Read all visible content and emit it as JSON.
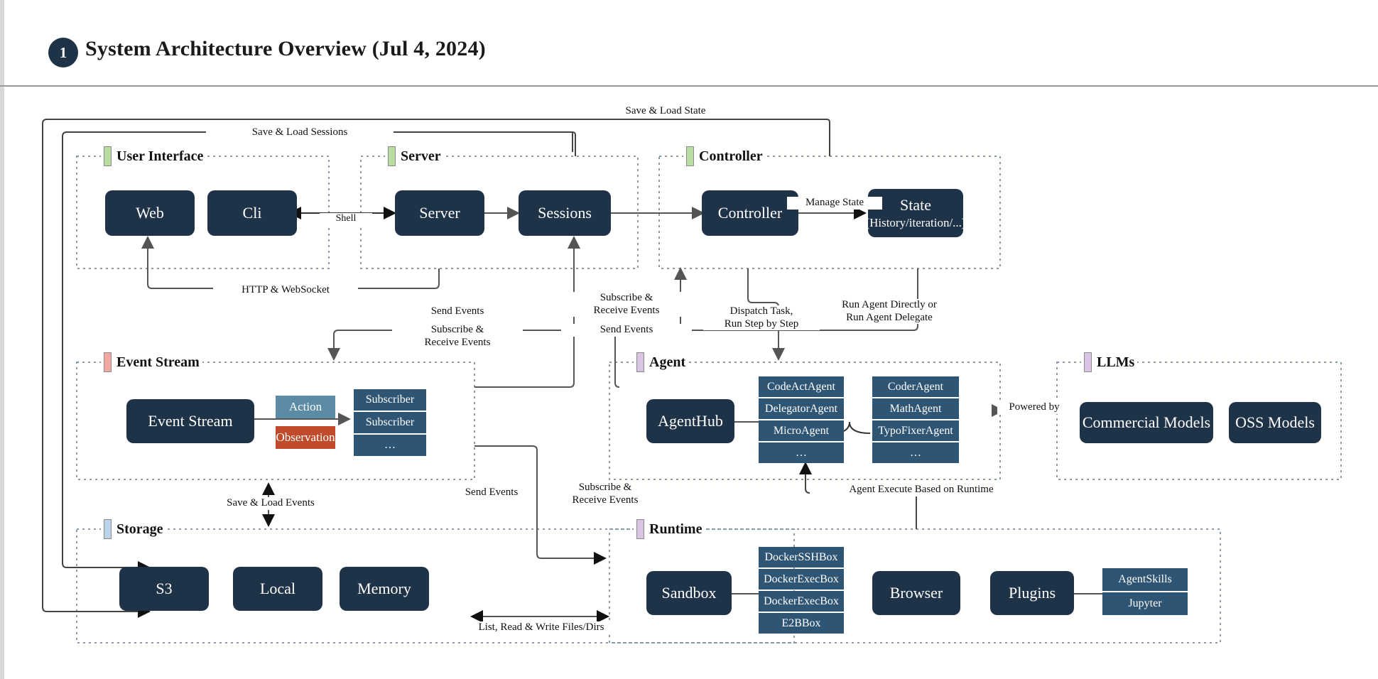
{
  "header": {
    "badge": "1",
    "title": "System Architecture Overview (Jul 4, 2024)"
  },
  "groups": [
    {
      "key": "user_interface",
      "label": "User Interface",
      "accent": "#b9dca0"
    },
    {
      "key": "server",
      "label": "Server",
      "accent": "#b9dca0"
    },
    {
      "key": "controller",
      "label": "Controller",
      "accent": "#b9dca0"
    },
    {
      "key": "event_stream",
      "label": "Event Stream",
      "accent": "#f0a8a0"
    },
    {
      "key": "agent",
      "label": "Agent",
      "accent": "#d9c4e4"
    },
    {
      "key": "llms",
      "label": "LLMs",
      "accent": "#d9c4e4"
    },
    {
      "key": "storage",
      "label": "Storage",
      "accent": "#bcd4ea"
    },
    {
      "key": "runtime",
      "label": "Runtime",
      "accent": "#d9c4e4"
    }
  ],
  "nodes": {
    "web": "Web",
    "cli": "Cli",
    "server": "Server",
    "sessions": "Sessions",
    "controller": "Controller",
    "state_title": "State",
    "state_sub": "(History/iteration/...)",
    "event_stream": "Event Stream",
    "agent_hub": "AgentHub",
    "commercial_models": "Commercial Models",
    "oss_models": "OSS Models",
    "s3": "S3",
    "local": "Local",
    "memory": "Memory",
    "sandbox": "Sandbox",
    "browser": "Browser",
    "plugins": "Plugins"
  },
  "chips": {
    "action": {
      "label": "Action",
      "color": "#5b8ba5"
    },
    "observation": {
      "label": "Observation",
      "color": "#bf4b2b"
    }
  },
  "stacks": {
    "subscribers": [
      "Subscriber",
      "Subscriber",
      "…"
    ],
    "agents_left": [
      "CodeActAgent",
      "DelegatorAgent",
      "MicroAgent",
      "…"
    ],
    "agents_right": [
      "CoderAgent",
      "MathAgent",
      "TypoFixerAgent",
      "…"
    ],
    "sandboxes": [
      "DockerSSHBox",
      "DockerExecBox",
      "DockerExecBox",
      "E2BBox"
    ],
    "plugin_items": [
      "AgentSkills",
      "Jupyter"
    ]
  },
  "edge_labels": {
    "save_load_state": "Save & Load State",
    "save_load_sessions": "Save & Load Sessions",
    "shell": "Shell",
    "manage_state": "Manage State",
    "http_websocket": "HTTP & WebSocket",
    "send_events_1": "Send Events",
    "subscribe_receive_1": "Subscribe &\nReceive Events",
    "subscribe_receive_2": "Subscribe &\nReceive Events",
    "send_events_2": "Send Events",
    "dispatch_task": "Dispatch Task,\nRun Step by Step",
    "run_agent": "Run Agent Directly or\nRun Agent Delegate",
    "powered_by": "Powered by",
    "save_load_events": "Save & Load Events",
    "send_events_3": "Send Events",
    "subscribe_receive_3": "Subscribe &\nReceive Events",
    "agent_execute": "Agent Execute Based on Runtime",
    "list_read_write": "List, Read & Write Files/Dirs"
  },
  "colors": {
    "node_fill": "#1e3347",
    "stack_fill": "#2f5575",
    "group_border": "#8898a8",
    "edge": "#555555",
    "edge_dark": "#111111"
  }
}
